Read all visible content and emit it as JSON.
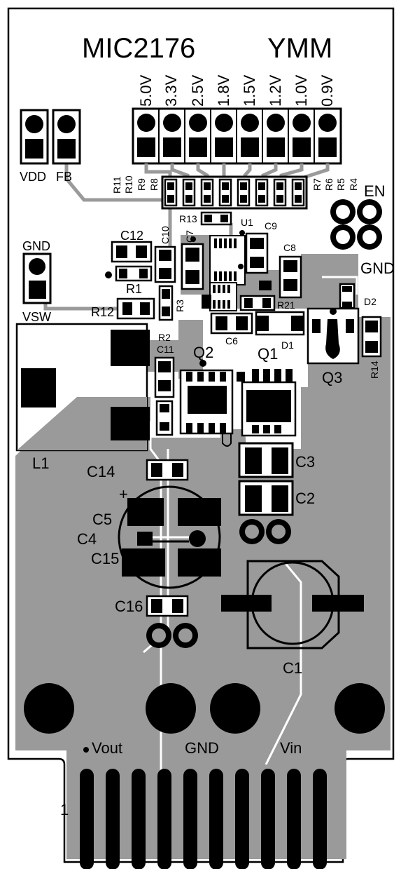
{
  "board": {
    "title": "MIC2176",
    "brand": "YMM",
    "voltage_options": [
      "5.0V",
      "3.3V",
      "2.5V",
      "1.8V",
      "1.5V",
      "1.2V",
      "1.0V",
      "0.9V"
    ],
    "labels": {
      "vdd": "VDD",
      "fb": "FB",
      "gnd_left": "GND",
      "vsw": "VSW",
      "en": "EN",
      "gnd_right": "GND",
      "vout": "Vout",
      "gnd_edge": "GND",
      "vin": "Vin",
      "pin1": "1"
    },
    "resistors_left": [
      "R11",
      "R10",
      "R9",
      "R8"
    ],
    "resistors_right": [
      "R7",
      "R6",
      "R5",
      "R4"
    ],
    "refdes": {
      "r13": "R13",
      "u1": "U1",
      "c9": "C9",
      "c12": "C12",
      "c10": "C10",
      "c7": "C7",
      "c8": "C8",
      "r1": "R1",
      "r12": "R12",
      "r3": "R3",
      "r21": "R21",
      "d2": "D2",
      "c6": "C6",
      "d1": "D1",
      "r2": "R2",
      "c11": "C11",
      "q2": "Q2",
      "q1": "Q1",
      "q3": "Q3",
      "r14": "R14",
      "l1": "L1",
      "c14": "C14",
      "c3": "C3",
      "c2": "C2",
      "c5": "C5",
      "c4": "C4",
      "c15": "C15",
      "c16": "C16",
      "c1": "C1"
    }
  }
}
